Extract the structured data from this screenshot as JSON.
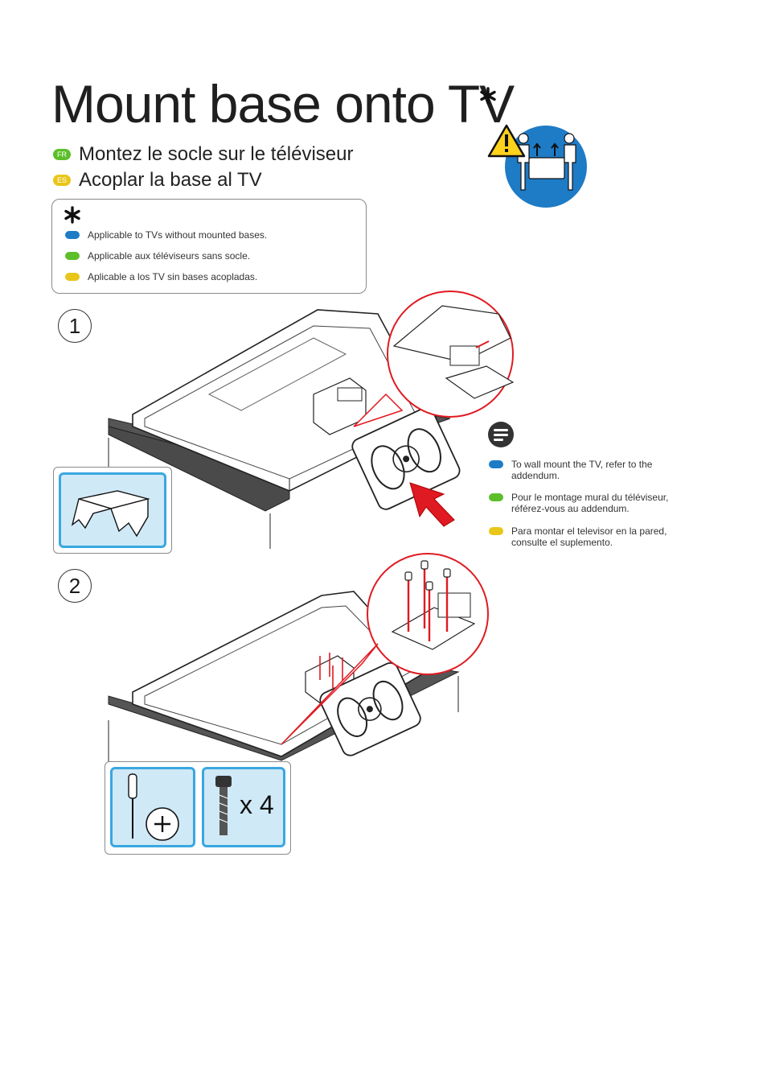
{
  "header": {
    "title": "Mount base onto TV",
    "languages": [
      {
        "code": "FR",
        "text": "Montez le socle sur le téléviseur",
        "color": "#5cbf2a"
      },
      {
        "code": "ES",
        "text": "Acoplar la base al TV",
        "color": "#e8c61a"
      }
    ]
  },
  "applicability_note": {
    "icon": "asterisk-icon",
    "items": [
      {
        "text": "Applicable to TVs without mounted bases.",
        "color": "#1e7bc6"
      },
      {
        "text": "Applicable aux téléviseurs sans socle.",
        "color": "#5cbf2a"
      },
      {
        "text": "Aplicable a los TV sin bases acopladas.",
        "color": "#e8c61a"
      }
    ]
  },
  "steps": [
    {
      "number": "1"
    },
    {
      "number": "2",
      "screw_count": "x 4"
    }
  ],
  "info_note": {
    "icon": "note-icon",
    "items": [
      {
        "text": "To wall mount the TV, refer to the addendum.",
        "color": "#1e7bc6"
      },
      {
        "text": "Pour le montage mural du téléviseur, référez-vous au addendum.",
        "color": "#5cbf2a"
      },
      {
        "text": "Para montar el televisor en la pared, consulte el suplemento.",
        "color": "#e8c61a"
      }
    ]
  },
  "colors": {
    "accent_blue": "#1e7bc6",
    "tile_blue": "#3aa7e0",
    "arrow_red": "#e01a22"
  }
}
